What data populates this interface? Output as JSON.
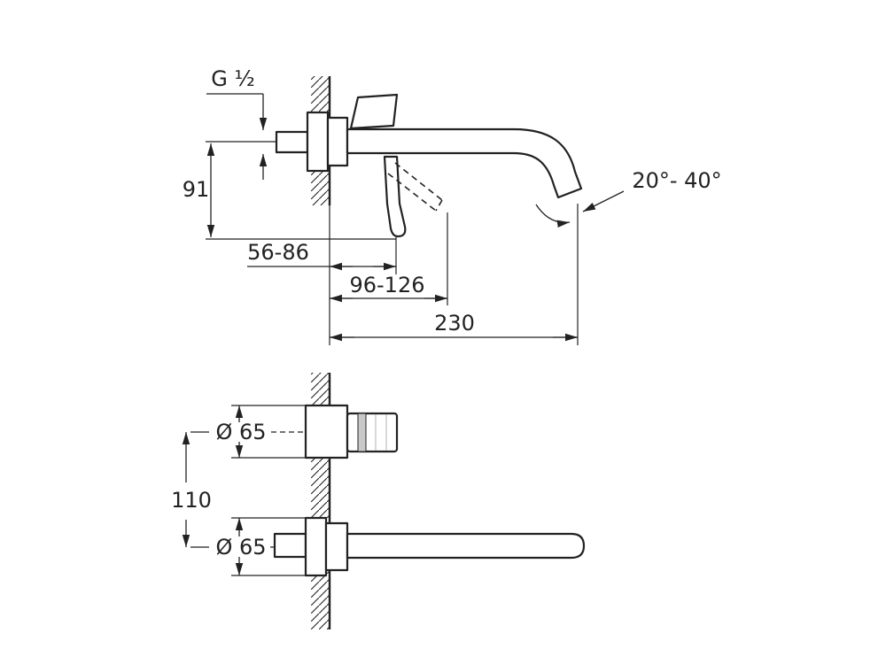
{
  "drawing": {
    "background": "#ffffff",
    "line_color": "#222222",
    "upper_view": {
      "thread_label": "G ½",
      "dim_height": "91",
      "dim_handle_depth_min": "56-86",
      "dim_handle_depth_max": "96-126",
      "dim_spout_reach": "230",
      "dim_spout_angle": "20°- 40°"
    },
    "lower_view": {
      "dim_handle_escutcheon_dia": "Ø 65",
      "dim_center_distance": "110",
      "dim_spout_escutcheon_dia": "Ø 65"
    }
  }
}
